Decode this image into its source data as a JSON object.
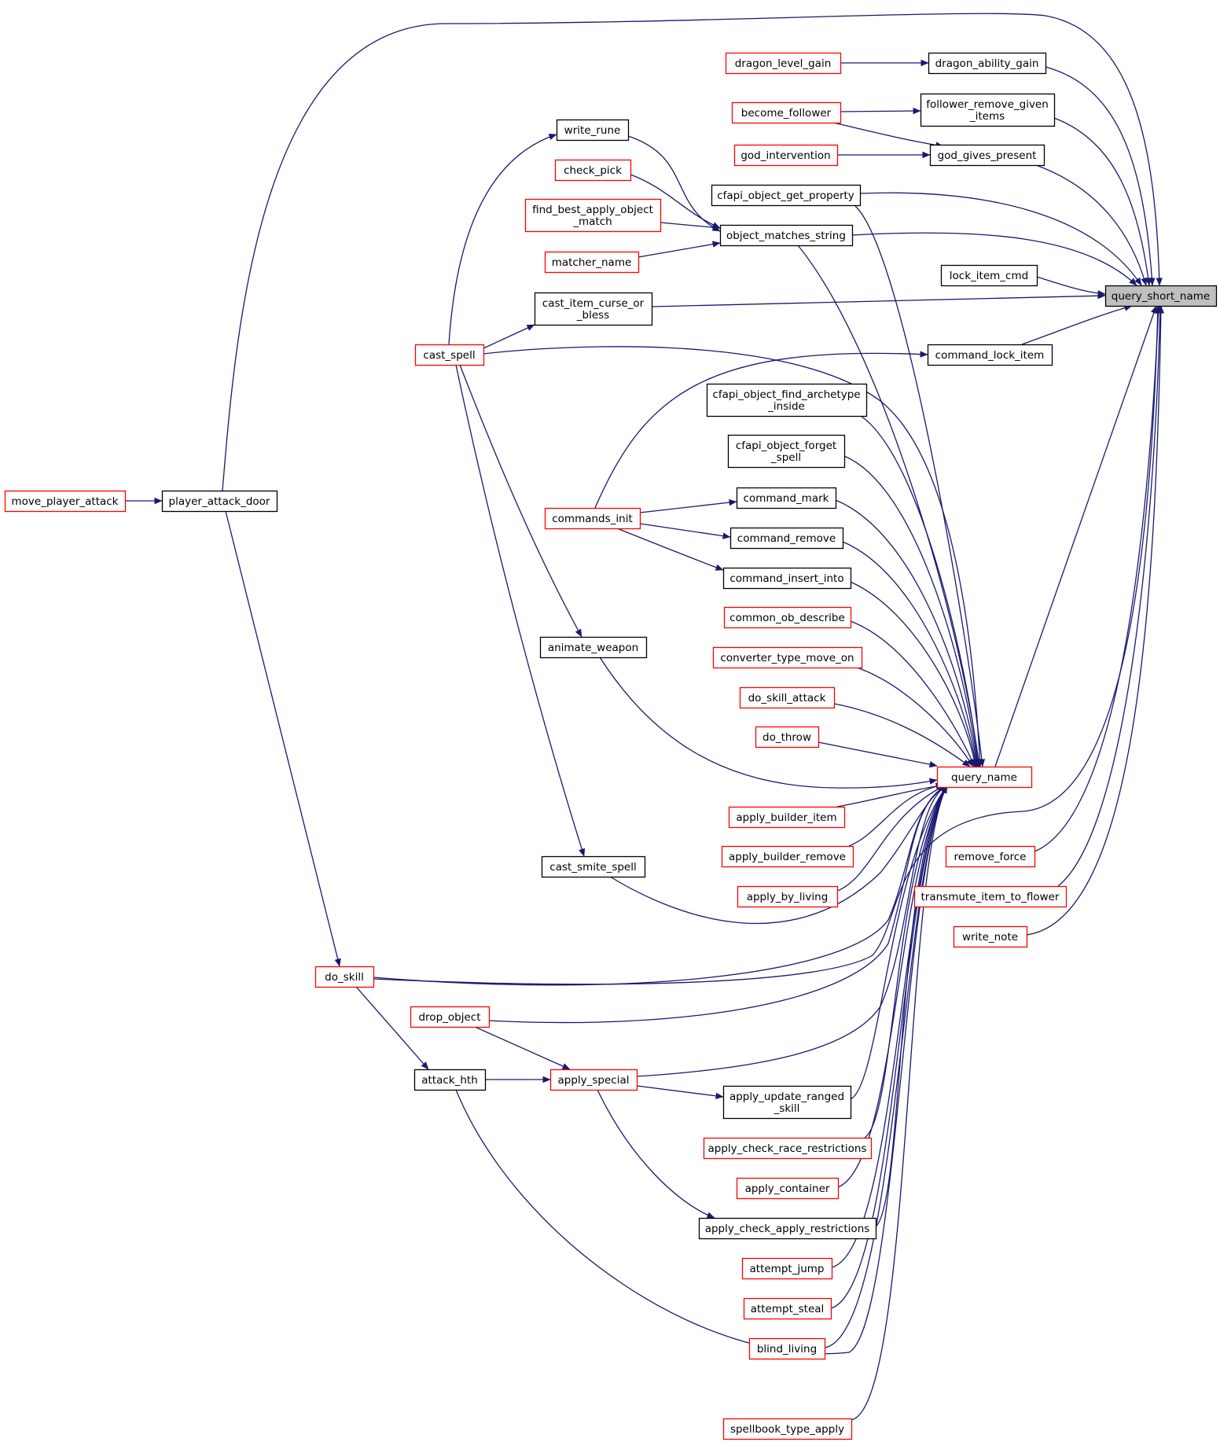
{
  "colors": {
    "edge": "#191970",
    "normal_border": "#000000",
    "truncated_border": "#ff0000",
    "focus_fill": "#bfbfbf",
    "node_fill": "#ffffff"
  },
  "nodes": [
    {
      "id": "query_short_name",
      "label": [
        "query_short_name"
      ],
      "style": "focus"
    },
    {
      "id": "player_attack_door",
      "label": [
        "player_attack_door"
      ],
      "style": "normal"
    },
    {
      "id": "move_player_attack",
      "label": [
        "move_player_attack"
      ],
      "style": "truncated"
    },
    {
      "id": "dragon_ability_gain",
      "label": [
        "dragon_ability_gain"
      ],
      "style": "normal"
    },
    {
      "id": "dragon_level_gain",
      "label": [
        "dragon_level_gain"
      ],
      "style": "truncated"
    },
    {
      "id": "follower_remove_given_items",
      "label": [
        "follower_remove_given",
        "_items"
      ],
      "style": "normal"
    },
    {
      "id": "become_follower",
      "label": [
        "become_follower"
      ],
      "style": "truncated"
    },
    {
      "id": "god_gives_present",
      "label": [
        "god_gives_present"
      ],
      "style": "normal"
    },
    {
      "id": "god_intervention",
      "label": [
        "god_intervention"
      ],
      "style": "truncated"
    },
    {
      "id": "cfapi_object_get_property",
      "label": [
        "cfapi_object_get_property"
      ],
      "style": "normal"
    },
    {
      "id": "object_matches_string",
      "label": [
        "object_matches_string"
      ],
      "style": "normal"
    },
    {
      "id": "write_rune",
      "label": [
        "write_rune"
      ],
      "style": "normal"
    },
    {
      "id": "check_pick",
      "label": [
        "check_pick"
      ],
      "style": "truncated"
    },
    {
      "id": "find_best_apply_object_match",
      "label": [
        "find_best_apply_object",
        "_match"
      ],
      "style": "truncated"
    },
    {
      "id": "matcher_name",
      "label": [
        "matcher_name"
      ],
      "style": "truncated"
    },
    {
      "id": "lock_item_cmd",
      "label": [
        "lock_item_cmd"
      ],
      "style": "normal"
    },
    {
      "id": "cast_item_curse_or_bless",
      "label": [
        "cast_item_curse_or",
        "_bless"
      ],
      "style": "normal"
    },
    {
      "id": "cast_spell",
      "label": [
        "cast_spell"
      ],
      "style": "truncated"
    },
    {
      "id": "command_lock_item",
      "label": [
        "command_lock_item"
      ],
      "style": "normal"
    },
    {
      "id": "commands_init",
      "label": [
        "commands_init"
      ],
      "style": "truncated"
    },
    {
      "id": "cfapi_object_find_archetype_inside",
      "label": [
        "cfapi_object_find_archetype",
        "_inside"
      ],
      "style": "normal"
    },
    {
      "id": "cfapi_object_forget_spell",
      "label": [
        "cfapi_object_forget",
        "_spell"
      ],
      "style": "normal"
    },
    {
      "id": "command_mark",
      "label": [
        "command_mark"
      ],
      "style": "normal"
    },
    {
      "id": "command_remove",
      "label": [
        "command_remove"
      ],
      "style": "normal"
    },
    {
      "id": "command_insert_into",
      "label": [
        "command_insert_into"
      ],
      "style": "normal"
    },
    {
      "id": "common_ob_describe",
      "label": [
        "common_ob_describe"
      ],
      "style": "truncated"
    },
    {
      "id": "animate_weapon",
      "label": [
        "animate_weapon"
      ],
      "style": "normal"
    },
    {
      "id": "converter_type_move_on",
      "label": [
        "converter_type_move_on"
      ],
      "style": "truncated"
    },
    {
      "id": "do_skill_attack",
      "label": [
        "do_skill_attack"
      ],
      "style": "truncated"
    },
    {
      "id": "do_throw",
      "label": [
        "do_throw"
      ],
      "style": "truncated"
    },
    {
      "id": "query_name",
      "label": [
        "query_name"
      ],
      "style": "truncated"
    },
    {
      "id": "apply_builder_item",
      "label": [
        "apply_builder_item"
      ],
      "style": "truncated"
    },
    {
      "id": "apply_builder_remove",
      "label": [
        "apply_builder_remove"
      ],
      "style": "truncated"
    },
    {
      "id": "cast_smite_spell",
      "label": [
        "cast_smite_spell"
      ],
      "style": "normal"
    },
    {
      "id": "remove_force",
      "label": [
        "remove_force"
      ],
      "style": "truncated"
    },
    {
      "id": "apply_by_living",
      "label": [
        "apply_by_living"
      ],
      "style": "truncated"
    },
    {
      "id": "transmute_item_to_flower",
      "label": [
        "transmute_item_to_flower"
      ],
      "style": "truncated"
    },
    {
      "id": "write_note",
      "label": [
        "write_note"
      ],
      "style": "truncated"
    },
    {
      "id": "do_skill",
      "label": [
        "do_skill"
      ],
      "style": "truncated"
    },
    {
      "id": "drop_object",
      "label": [
        "drop_object"
      ],
      "style": "truncated"
    },
    {
      "id": "attack_hth",
      "label": [
        "attack_hth"
      ],
      "style": "normal"
    },
    {
      "id": "apply_special",
      "label": [
        "apply_special"
      ],
      "style": "truncated"
    },
    {
      "id": "apply_update_ranged_skill",
      "label": [
        "apply_update_ranged",
        "_skill"
      ],
      "style": "normal"
    },
    {
      "id": "apply_check_race_restrictions",
      "label": [
        "apply_check_race_restrictions"
      ],
      "style": "truncated"
    },
    {
      "id": "apply_container",
      "label": [
        "apply_container"
      ],
      "style": "truncated"
    },
    {
      "id": "apply_check_apply_restrictions",
      "label": [
        "apply_check_apply_restrictions"
      ],
      "style": "normal"
    },
    {
      "id": "attempt_jump",
      "label": [
        "attempt_jump"
      ],
      "style": "truncated"
    },
    {
      "id": "attempt_steal",
      "label": [
        "attempt_steal"
      ],
      "style": "truncated"
    },
    {
      "id": "blind_living",
      "label": [
        "blind_living"
      ],
      "style": "truncated"
    },
    {
      "id": "spellbook_type_apply",
      "label": [
        "spellbook_type_apply"
      ],
      "style": "truncated"
    }
  ],
  "edges": [
    [
      "player_attack_door",
      "query_short_name"
    ],
    [
      "move_player_attack",
      "player_attack_door"
    ],
    [
      "dragon_ability_gain",
      "query_short_name"
    ],
    [
      "dragon_level_gain",
      "dragon_ability_gain"
    ],
    [
      "follower_remove_given_items",
      "query_short_name"
    ],
    [
      "become_follower",
      "follower_remove_given_items"
    ],
    [
      "become_follower",
      "god_gives_present"
    ],
    [
      "god_gives_present",
      "query_short_name"
    ],
    [
      "god_intervention",
      "god_gives_present"
    ],
    [
      "cfapi_object_get_property",
      "query_short_name"
    ],
    [
      "cfapi_object_get_property",
      "query_name"
    ],
    [
      "object_matches_string",
      "query_short_name"
    ],
    [
      "object_matches_string",
      "query_name"
    ],
    [
      "write_rune",
      "object_matches_string"
    ],
    [
      "check_pick",
      "object_matches_string"
    ],
    [
      "find_best_apply_object_match",
      "object_matches_string"
    ],
    [
      "matcher_name",
      "object_matches_string"
    ],
    [
      "cast_spell",
      "write_rune"
    ],
    [
      "lock_item_cmd",
      "query_short_name"
    ],
    [
      "cast_item_curse_or_bless",
      "query_short_name"
    ],
    [
      "cast_spell",
      "cast_item_curse_or_bless"
    ],
    [
      "command_lock_item",
      "query_short_name"
    ],
    [
      "commands_init",
      "command_lock_item"
    ],
    [
      "cast_spell",
      "query_name"
    ],
    [
      "cfapi_object_find_archetype_inside",
      "query_name"
    ],
    [
      "cfapi_object_forget_spell",
      "query_name"
    ],
    [
      "command_mark",
      "query_name"
    ],
    [
      "commands_init",
      "command_mark"
    ],
    [
      "command_remove",
      "query_name"
    ],
    [
      "commands_init",
      "command_remove"
    ],
    [
      "command_insert_into",
      "query_name"
    ],
    [
      "commands_init",
      "command_insert_into"
    ],
    [
      "common_ob_describe",
      "query_name"
    ],
    [
      "converter_type_move_on",
      "query_name"
    ],
    [
      "do_skill_attack",
      "query_name"
    ],
    [
      "do_throw",
      "query_name"
    ],
    [
      "animate_weapon",
      "query_name"
    ],
    [
      "cast_spell",
      "animate_weapon"
    ],
    [
      "query_name",
      "query_short_name"
    ],
    [
      "apply_builder_item",
      "query_name"
    ],
    [
      "apply_builder_remove",
      "query_name"
    ],
    [
      "apply_by_living",
      "query_name"
    ],
    [
      "cast_smite_spell",
      "query_name"
    ],
    [
      "cast_spell",
      "cast_smite_spell"
    ],
    [
      "remove_force",
      "query_short_name"
    ],
    [
      "transmute_item_to_flower",
      "query_short_name"
    ],
    [
      "write_note",
      "query_short_name"
    ],
    [
      "do_skill",
      "query_short_name"
    ],
    [
      "player_attack_door",
      "do_skill"
    ],
    [
      "do_skill",
      "query_name"
    ],
    [
      "do_skill",
      "attack_hth"
    ],
    [
      "drop_object",
      "query_name"
    ],
    [
      "drop_object",
      "apply_special"
    ],
    [
      "attack_hth",
      "apply_special"
    ],
    [
      "attack_hth",
      "query_name"
    ],
    [
      "apply_special",
      "query_name"
    ],
    [
      "apply_special",
      "apply_update_ranged_skill"
    ],
    [
      "apply_special",
      "apply_check_apply_restrictions"
    ],
    [
      "apply_update_ranged_skill",
      "query_name"
    ],
    [
      "apply_check_race_restrictions",
      "query_name"
    ],
    [
      "apply_container",
      "query_name"
    ],
    [
      "apply_check_apply_restrictions",
      "query_name"
    ],
    [
      "attempt_jump",
      "query_name"
    ],
    [
      "attempt_steal",
      "query_name"
    ],
    [
      "blind_living",
      "query_name"
    ],
    [
      "spellbook_type_apply",
      "query_name"
    ]
  ]
}
